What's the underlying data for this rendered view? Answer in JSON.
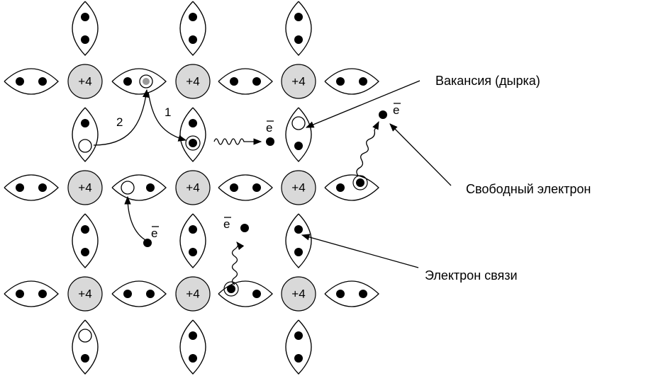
{
  "atom_charge": "+4",
  "electron_symbol": "e",
  "labels": {
    "hole": "Вакансия (дырка)",
    "free_electron": "Свободный электрон",
    "bond_electron": "Электрон связи"
  },
  "path_numbers": {
    "first": "1",
    "second": "2"
  }
}
